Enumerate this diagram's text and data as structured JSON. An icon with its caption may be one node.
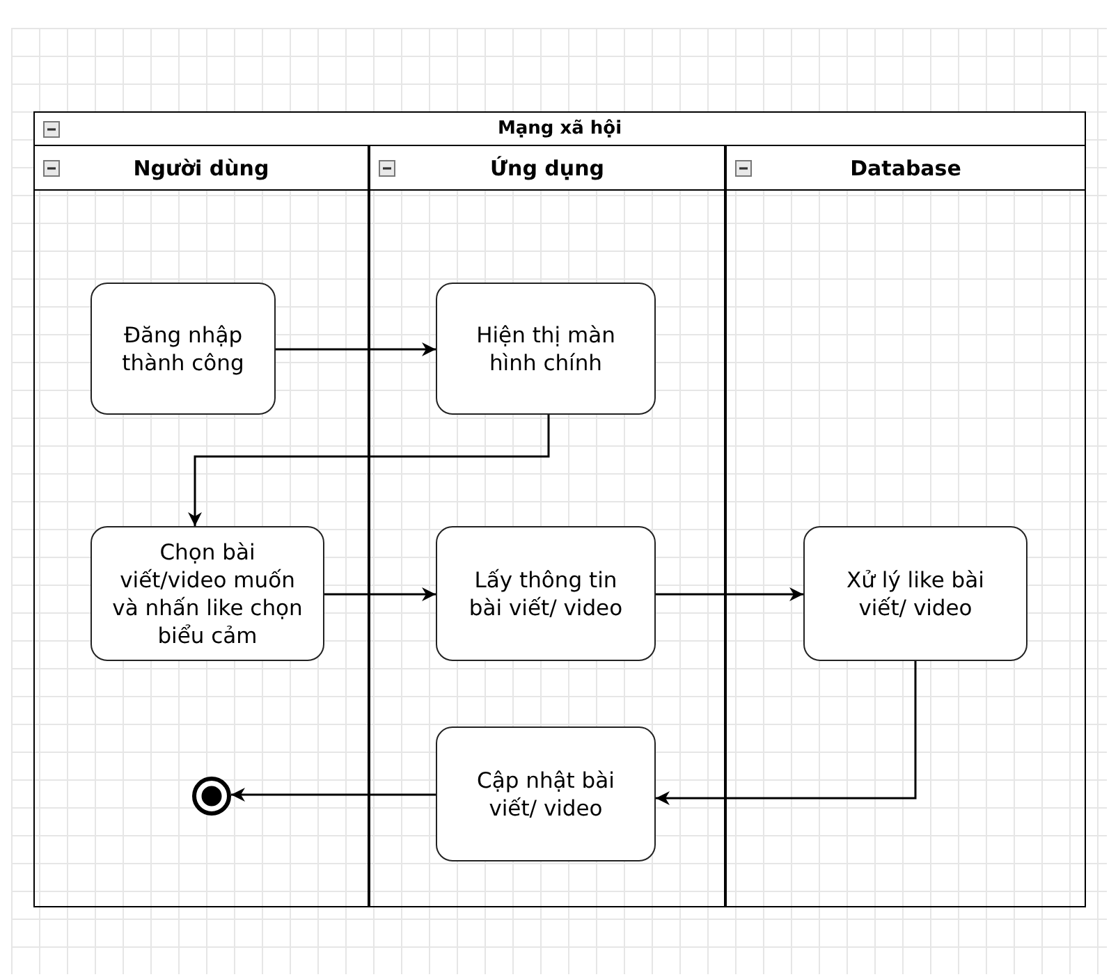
{
  "diagram": {
    "nodes": [
      {
        "text": [
          "Mạng xã hội"
        ]
      },
      {
        "text": [
          "Người dùng"
        ],
        "in": 0
      },
      {
        "text": [
          "Ứng dụng"
        ],
        "in": 0
      },
      {
        "text": [
          "Database"
        ],
        "in": 0
      },
      {
        "text": [
          "Đăng nhập thành công"
        ],
        "in": 1
      },
      {
        "text": [
          "Hiện thị màn hình chính"
        ],
        "in": 2
      },
      {
        "text": [
          "Chọn bài viết/video muốn và nhấn like chọn biểu cảm"
        ],
        "in": 1
      },
      {
        "text": [
          "Lấy thông tin bài viết/ video"
        ],
        "in": 2
      },
      {
        "text": [
          "Xử lý like bài viết/ video"
        ],
        "in": 3
      },
      {
        "text": [
          "Cập nhật bài viết/ video"
        ],
        "in": 2
      },
      {
        "text": [],
        "shape": "circle",
        "in": 1
      }
    ],
    "edges": [
      {
        "from": 4,
        "to": 5,
        "arrow": "to"
      },
      {
        "from": 5,
        "to": 6,
        "arrow": "to"
      },
      {
        "from": 6,
        "to": 7,
        "arrow": "to"
      },
      {
        "from": 7,
        "to": 8,
        "arrow": "to"
      },
      {
        "from": 8,
        "to": 9,
        "arrow": "to"
      },
      {
        "from": 9,
        "to": 10,
        "arrow": "to"
      }
    ]
  }
}
